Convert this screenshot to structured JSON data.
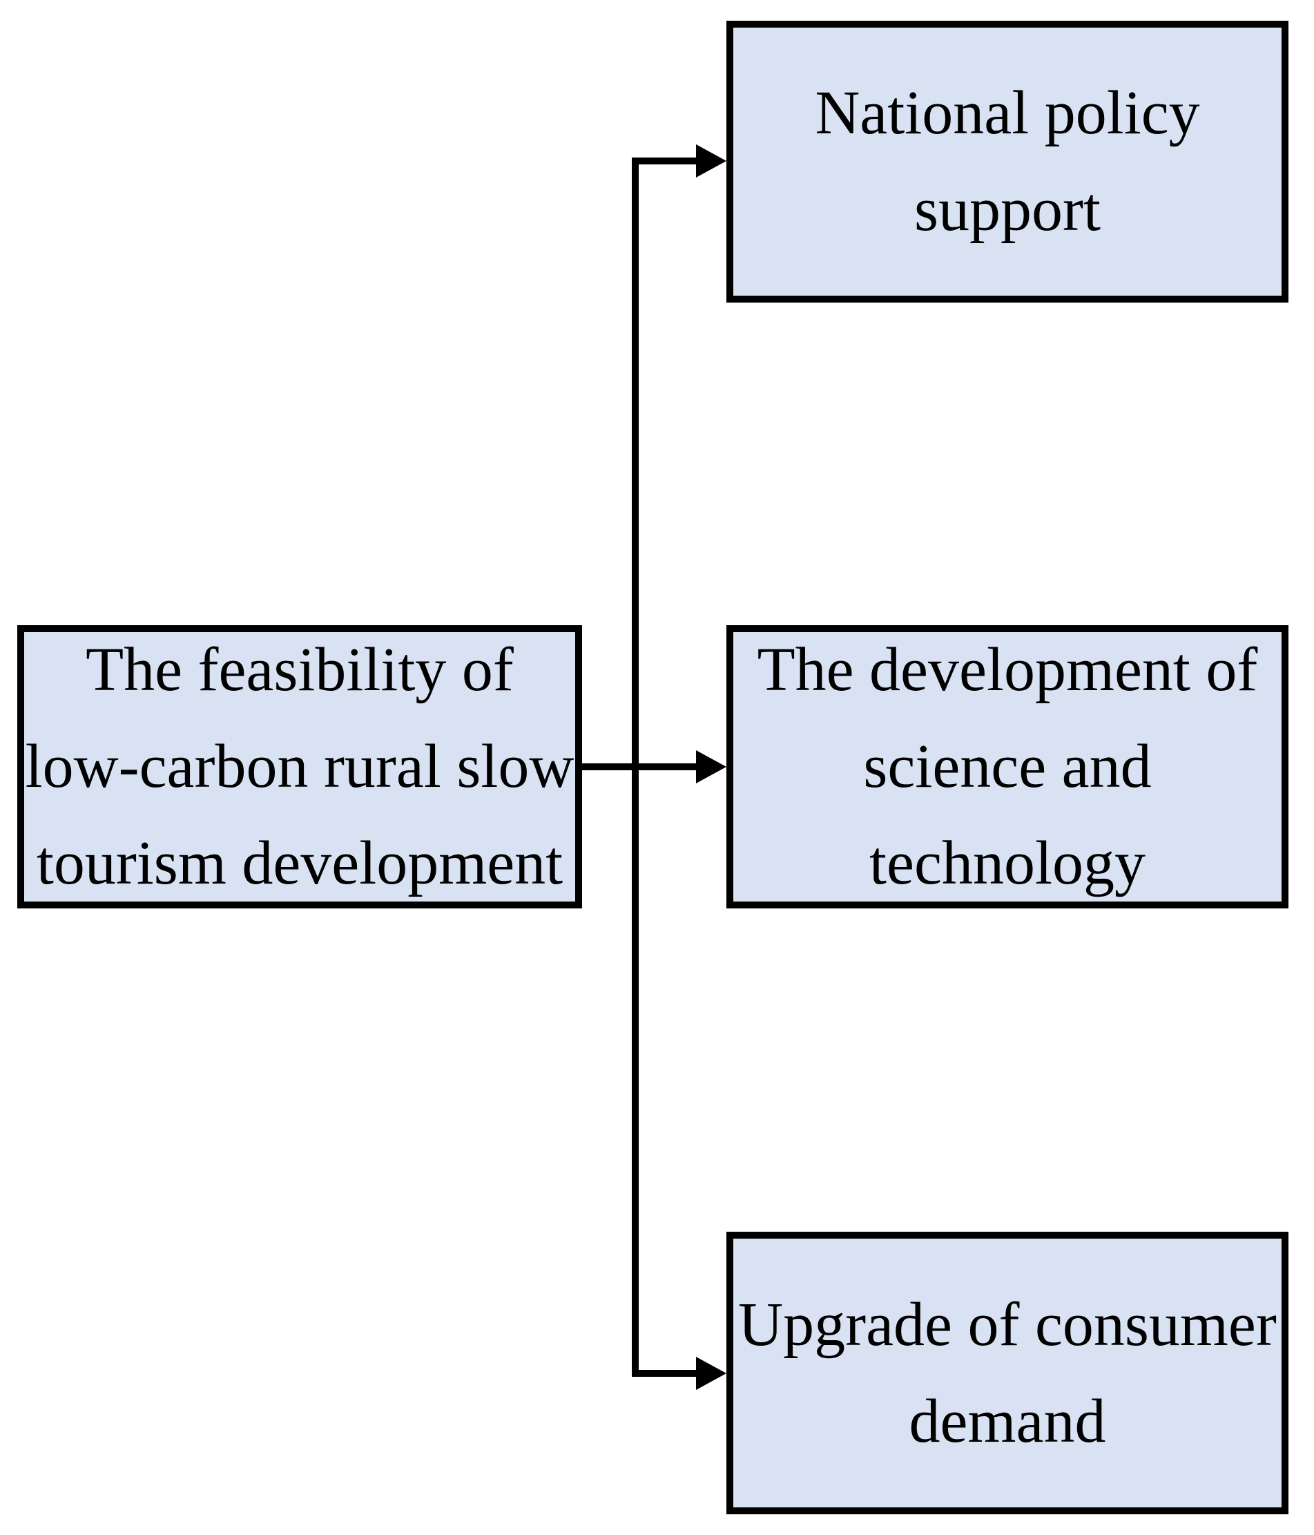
{
  "diagram": {
    "type": "flowchart",
    "colors": {
      "background": "#ffffff",
      "box_fill": "#d9e2f3",
      "box_border": "#000000",
      "connector": "#000000",
      "text": "#000000"
    },
    "source": {
      "label": "The feasibility of\nlow-carbon rural slow\ntourism development"
    },
    "targets": [
      {
        "label": "National policy\nsupport"
      },
      {
        "label": "The development of\nscience and\ntechnology"
      },
      {
        "label": "Upgrade of consumer\ndemand"
      }
    ]
  }
}
